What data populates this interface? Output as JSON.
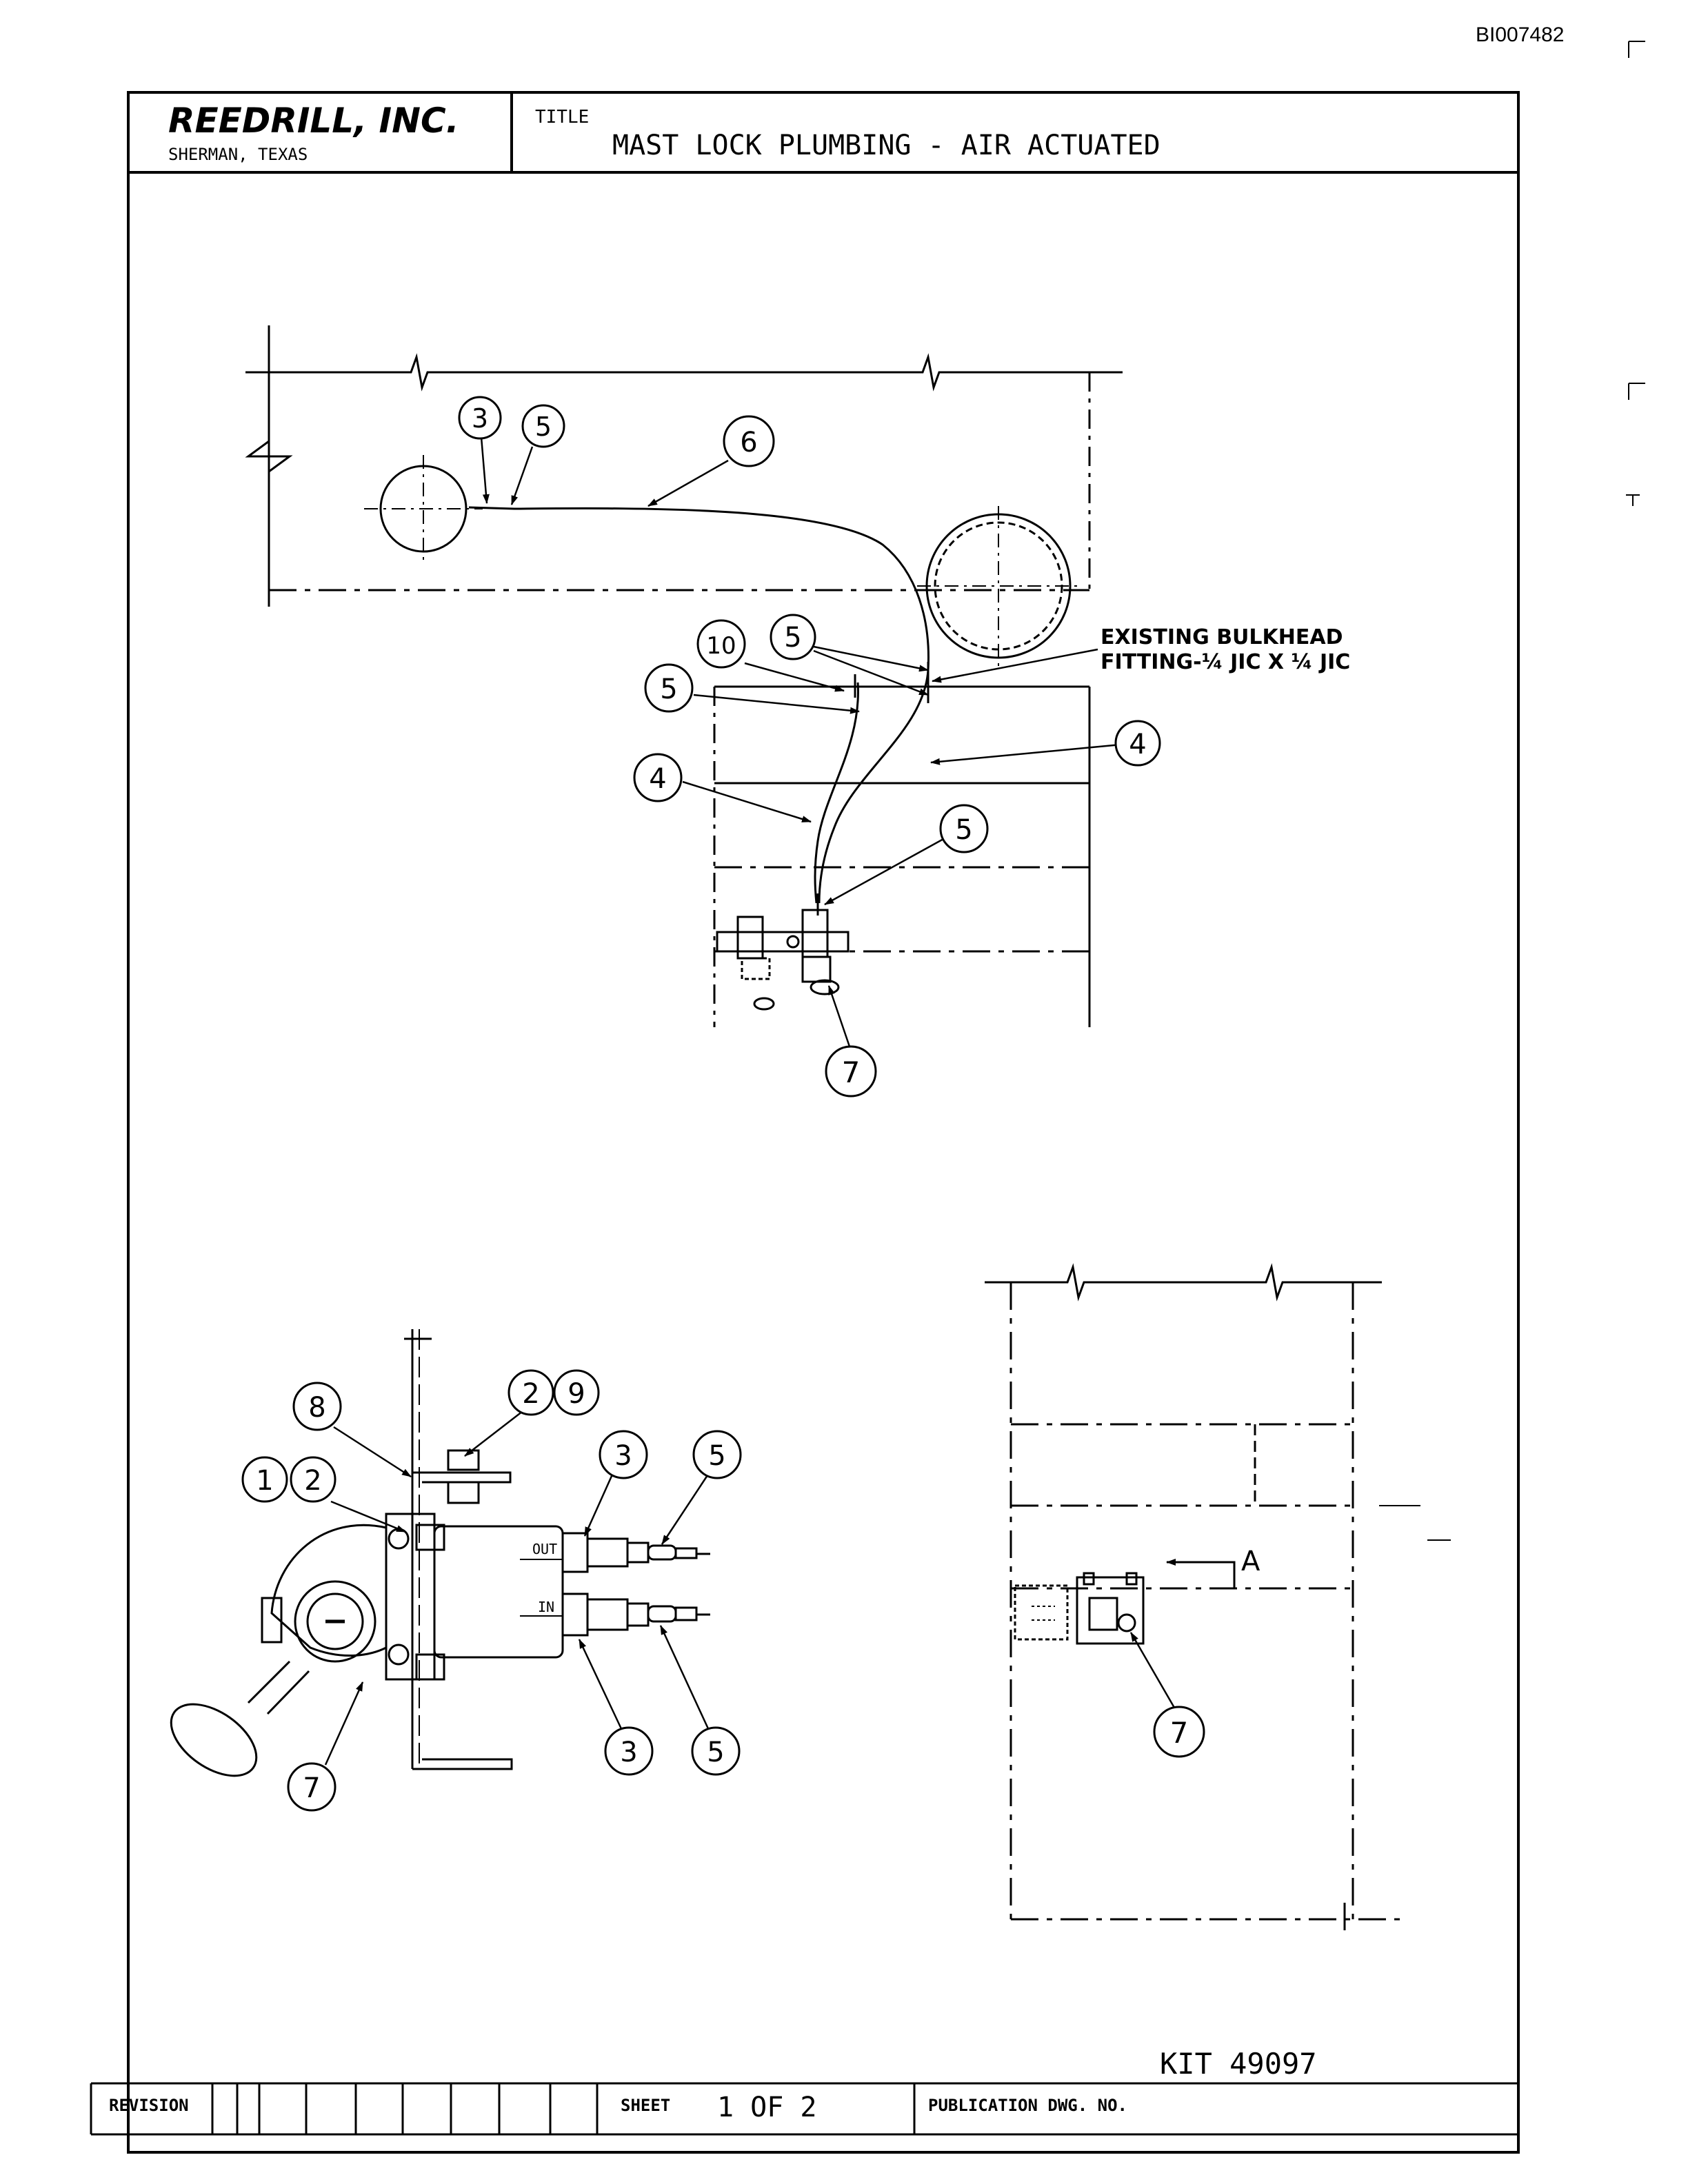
{
  "doc_id": "BI007482",
  "title_block": {
    "company": "REEDRILL, INC.",
    "location": "SHERMAN, TEXAS",
    "title_label": "TITLE",
    "title": "MAST LOCK PLUMBING - AIR ACTUATED"
  },
  "notes": {
    "bulkhead_line1": "EXISTING BULKHEAD",
    "bulkhead_line2": "FITTING-¼ JIC X ¼ JIC"
  },
  "callouts": {
    "top": [
      "3",
      "5",
      "6",
      "10",
      "5",
      "5",
      "4",
      "4",
      "5",
      "7"
    ],
    "detail": [
      "8",
      "2",
      "9",
      "1",
      "2",
      "3",
      "5",
      "3",
      "5",
      "7"
    ],
    "side": [
      "7"
    ]
  },
  "labels": {
    "out": "OUT",
    "in": "IN",
    "view_a": "A"
  },
  "kit": "KIT 49097",
  "footer": {
    "revision_label": "REVISION",
    "sheet_label": "SHEET",
    "sheet_value": "1 OF 2",
    "publication_label": "PUBLICATION DWG. NO."
  },
  "colors": {
    "ink": "#000000",
    "paper": "#ffffff"
  }
}
